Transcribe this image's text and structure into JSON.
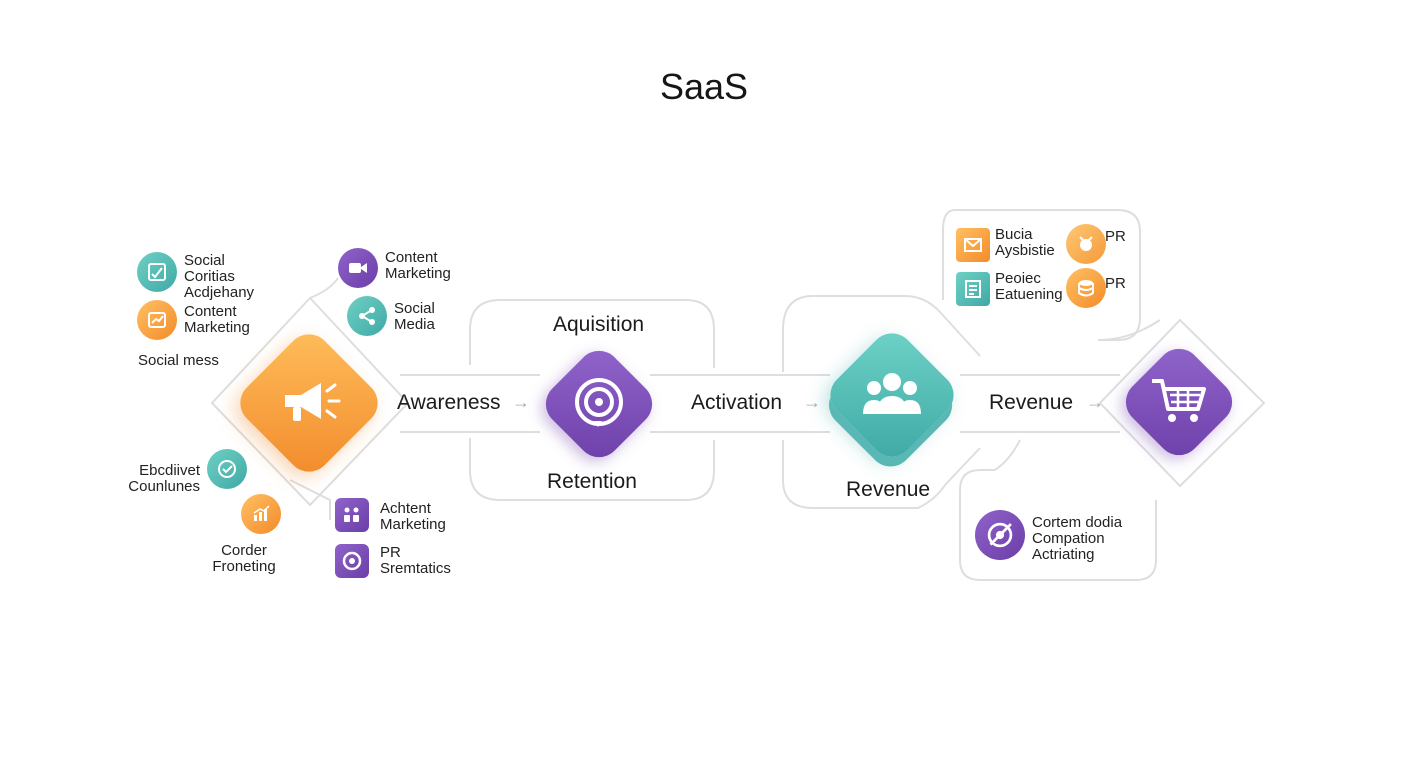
{
  "title": "SaaS",
  "stages": {
    "awareness": "Awareness",
    "activation": "Activation",
    "revenue_main": "Revenue",
    "acquisition": "Aquisition",
    "retention": "Retention",
    "revenue_lower": "Revenue"
  },
  "left_cluster": {
    "item1": "Social\nCoritias\nAcdjehany",
    "item2": "Content\nMarketing",
    "caption": "Social mess",
    "item3": "Content\nMarketing",
    "item4": "Social\nMedia"
  },
  "lower_left_cluster": {
    "item1": "Ebcdiivet\nCounlunes",
    "item2": "Corder\nFroneting",
    "item3": "Achtent\nMarketing",
    "item4": "PR\nSremtatics"
  },
  "top_right_box": {
    "item1": "Bucia\nAysbistie",
    "item2": "PR",
    "item3": "Peoiec\nEatuening",
    "item4": "PR"
  },
  "bottom_right_box": {
    "item1": "Cortem dodia\nCompation\nActriating"
  },
  "icons": {
    "megaphone": "megaphone-icon",
    "target": "target-icon",
    "users": "users-icon",
    "cart": "shopping-cart-icon"
  },
  "colors": {
    "orange": "#f7952f",
    "purple": "#7a48b5",
    "teal": "#4db8b3",
    "connector": "#dcdcdc"
  }
}
